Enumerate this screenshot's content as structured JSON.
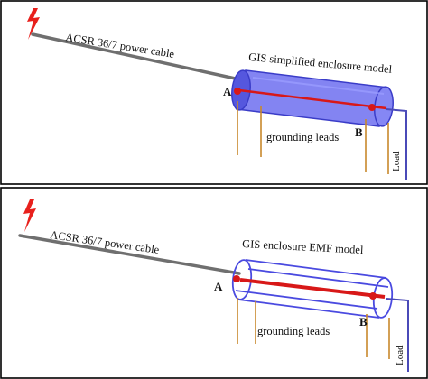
{
  "panels": [
    {
      "cable_label": "ACSR 36/7 power cable",
      "enclosure_label": "GIS simplified enclosure model",
      "point_a": "A",
      "point_b": "B",
      "grounding_label": "grounding leads",
      "load_label": "Load"
    },
    {
      "cable_label": "ACSR 36/7 power cable",
      "enclosure_label": "GIS enclosure EMF model",
      "point_a": "A",
      "point_b": "B",
      "grounding_label": "grounding leads",
      "load_label": "Load"
    }
  ],
  "colors": {
    "lightning": "#e8201c",
    "cable": "#6f6f6f",
    "enclosure_fill": "#6d6ff0",
    "enclosure_stroke": "#3a3cc8",
    "conductor": "#d81818",
    "grounding": "#c8892c",
    "load_lead": "#4a4ab8",
    "panel_border": "#000000"
  }
}
